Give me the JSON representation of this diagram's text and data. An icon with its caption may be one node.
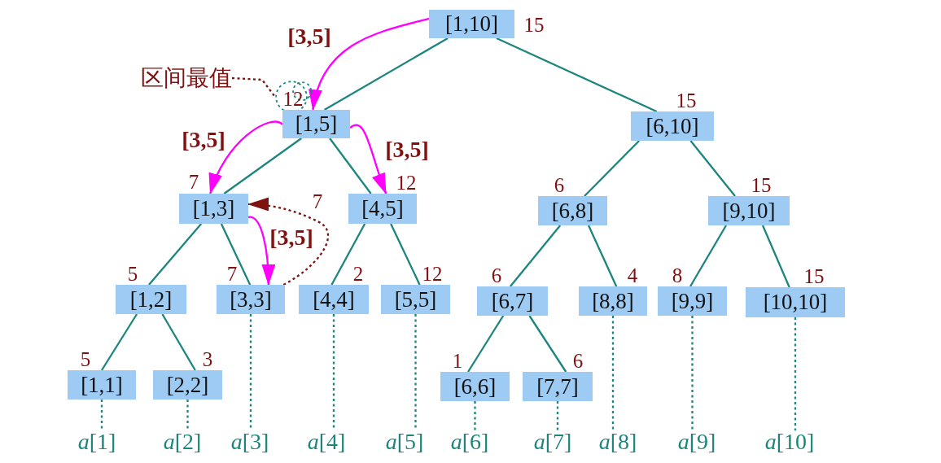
{
  "diagram": {
    "nodes": [
      {
        "text": [
          "[1,10]"
        ],
        "beside": [
          "15"
        ]
      },
      {
        "text": [
          "[1,5]"
        ],
        "beside": [
          "12"
        ]
      },
      {
        "text": [
          "[6,10]"
        ],
        "beside": [
          "15"
        ]
      },
      {
        "text": [
          "[1,3]"
        ],
        "beside": [
          "7"
        ]
      },
      {
        "text": [
          "[4,5]"
        ],
        "beside": [
          "12"
        ]
      },
      {
        "text": [
          "[6,8]"
        ],
        "beside": [
          "6"
        ]
      },
      {
        "text": [
          "[9,10]"
        ],
        "beside": [
          "15"
        ]
      },
      {
        "text": [
          "[1,2]"
        ],
        "beside": [
          "5"
        ]
      },
      {
        "text": [
          "[3,3]"
        ],
        "beside": [
          "7"
        ]
      },
      {
        "text": [
          "[4,4]"
        ],
        "beside": [
          "2"
        ]
      },
      {
        "text": [
          "[5,5]"
        ],
        "beside": [
          "12"
        ]
      },
      {
        "text": [
          "[6,7]"
        ],
        "beside": [
          "6"
        ]
      },
      {
        "text": [
          "[8,8]"
        ],
        "beside": [
          "4"
        ]
      },
      {
        "text": [
          "[9,9]"
        ],
        "beside": [
          "8"
        ]
      },
      {
        "text": [
          "[10,10]"
        ],
        "beside": [
          "15"
        ]
      },
      {
        "text": [
          "[1,1]"
        ],
        "beside": [
          "5"
        ]
      },
      {
        "text": [
          "[2,2]"
        ],
        "beside": [
          "3"
        ]
      },
      {
        "text": [
          "[6,6]"
        ],
        "beside": [
          "1"
        ]
      },
      {
        "text": [
          "[7,7]"
        ],
        "beside": [
          "6"
        ]
      },
      {
        "text": [
          "*a*[1]"
        ]
      },
      {
        "text": [
          "*a*[2]"
        ]
      },
      {
        "text": [
          "*a*[3]"
        ]
      },
      {
        "text": [
          "*a*[4]"
        ]
      },
      {
        "text": [
          "*a*[5]"
        ]
      },
      {
        "text": [
          "*a*[6]"
        ]
      },
      {
        "text": [
          "*a*[7]"
        ]
      },
      {
        "text": [
          "*a*[8]"
        ]
      },
      {
        "text": [
          "*a*[9]"
        ]
      },
      {
        "text": [
          "*a*[10]"
        ]
      },
      {
        "text": [
          "区间最值"
        ]
      },
      {
        "text": [],
        "shape": "circle"
      }
    ],
    "edges": [
      {
        "from": 0,
        "to": 1,
        "arrow": "none"
      },
      {
        "from": 0,
        "to": 2,
        "arrow": "none"
      },
      {
        "from": 1,
        "to": 3,
        "arrow": "none"
      },
      {
        "from": 1,
        "to": 4,
        "arrow": "none"
      },
      {
        "from": 2,
        "to": 5,
        "arrow": "none"
      },
      {
        "from": 2,
        "to": 6,
        "arrow": "none"
      },
      {
        "from": 3,
        "to": 7,
        "arrow": "none"
      },
      {
        "from": 3,
        "to": 8,
        "arrow": "none"
      },
      {
        "from": 4,
        "to": 9,
        "arrow": "none"
      },
      {
        "from": 4,
        "to": 10,
        "arrow": "none"
      },
      {
        "from": 5,
        "to": 11,
        "arrow": "none"
      },
      {
        "from": 5,
        "to": 12,
        "arrow": "none"
      },
      {
        "from": 6,
        "to": 13,
        "arrow": "none"
      },
      {
        "from": 6,
        "to": 14,
        "arrow": "none"
      },
      {
        "from": 7,
        "to": 15,
        "arrow": "none"
      },
      {
        "from": 7,
        "to": 16,
        "arrow": "none"
      },
      {
        "from": 11,
        "to": 17,
        "arrow": "none"
      },
      {
        "from": 11,
        "to": 18,
        "arrow": "none"
      },
      {
        "from": 15,
        "to": 19,
        "arrow": "none",
        "style": "dashed"
      },
      {
        "from": 16,
        "to": 20,
        "arrow": "none",
        "style": "dashed"
      },
      {
        "from": 8,
        "to": 21,
        "arrow": "none",
        "style": "dashed"
      },
      {
        "from": 9,
        "to": 22,
        "arrow": "none",
        "style": "dashed"
      },
      {
        "from": 10,
        "to": 23,
        "arrow": "none",
        "style": "dashed"
      },
      {
        "from": 17,
        "to": 24,
        "arrow": "none",
        "style": "dashed"
      },
      {
        "from": 18,
        "to": 25,
        "arrow": "none",
        "style": "dashed"
      },
      {
        "from": 12,
        "to": 26,
        "arrow": "none",
        "style": "dashed"
      },
      {
        "from": 13,
        "to": 27,
        "arrow": "none",
        "style": "dashed"
      },
      {
        "from": 14,
        "to": 28,
        "arrow": "none",
        "style": "dashed"
      },
      {
        "from": 0,
        "to": 1,
        "label": "[3,5]",
        "arrow": "to",
        "color": "#ff00ff"
      },
      {
        "from": 1,
        "to": 3,
        "label": "[3,5]",
        "arrow": "to",
        "color": "#ff00ff"
      },
      {
        "from": 1,
        "to": 4,
        "label": "[3,5]",
        "arrow": "to",
        "color": "#ff00ff"
      },
      {
        "from": 3,
        "to": 8,
        "label": "[3,5]",
        "arrow": "to",
        "color": "#ff00ff"
      },
      {
        "from": 8,
        "to": 3,
        "label": "7",
        "arrow": "to",
        "style": "dashed",
        "color": "#7f1111"
      },
      {
        "from": 29,
        "to": 30,
        "arrow": "none",
        "style": "dashed",
        "color": "#7f1111"
      }
    ]
  }
}
